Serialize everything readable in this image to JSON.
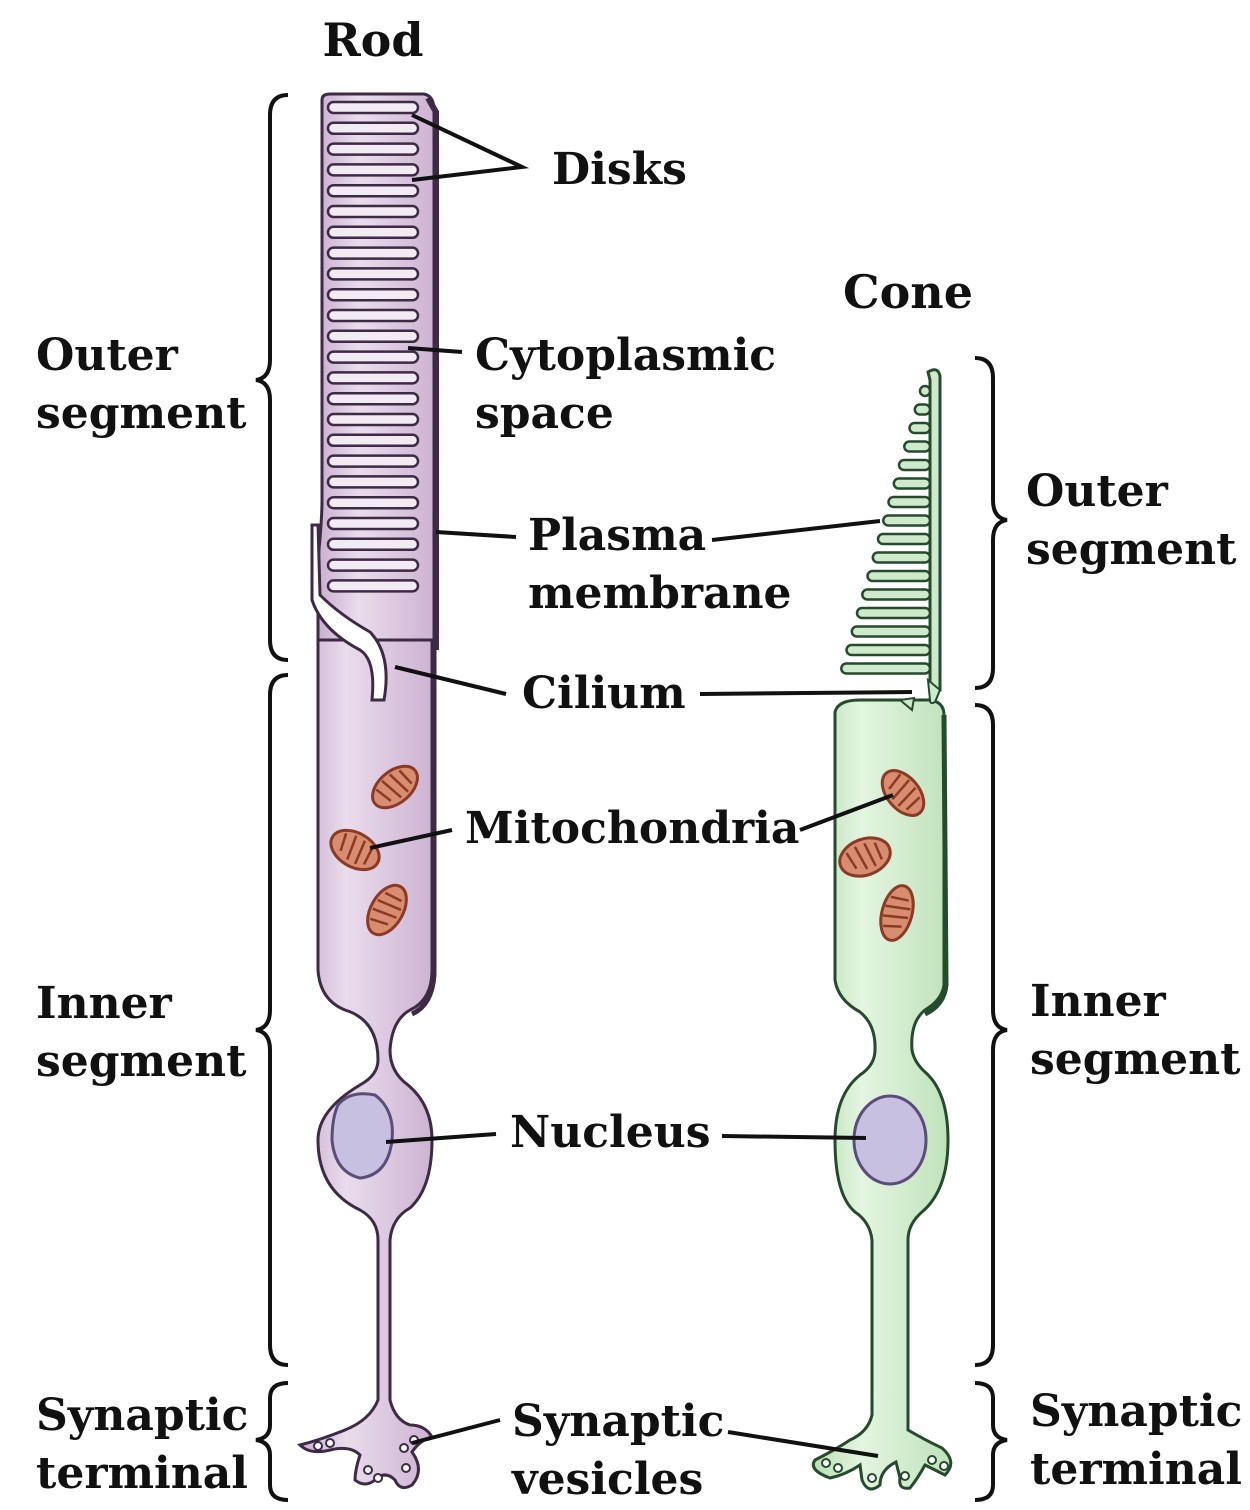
{
  "titles": {
    "rod": "Rod",
    "cone": "Cone"
  },
  "left_labels": {
    "outer": [
      "Outer",
      "segment"
    ],
    "inner": [
      "Inner",
      "segment"
    ],
    "synaptic": [
      "Synaptic",
      "terminal"
    ]
  },
  "right_labels": {
    "outer": [
      "Outer",
      "segment"
    ],
    "inner": [
      "Inner",
      "segment"
    ],
    "synaptic": [
      "Synaptic",
      "terminal"
    ]
  },
  "center_labels": {
    "disks": "Disks",
    "cytoplasmic": [
      "Cytoplasmic",
      "space"
    ],
    "plasma": [
      "Plasma",
      "membrane"
    ],
    "cilium": "Cilium",
    "mitochondria": "Mitochondria",
    "nucleus": "Nucleus",
    "vesicles": [
      "Synaptic",
      "vesicles"
    ]
  },
  "colors": {
    "rod_fill": "#d9c3dc",
    "rod_light": "#eadcea",
    "rod_stroke": "#3d2a44",
    "cone_fill": "#cfe9cc",
    "cone_light": "#e2f3df",
    "cone_stroke": "#264a2c",
    "mito_fill": "#d98d70",
    "mito_stroke": "#8a3a25",
    "nucleus_fill": "#c8c0e0"
  }
}
